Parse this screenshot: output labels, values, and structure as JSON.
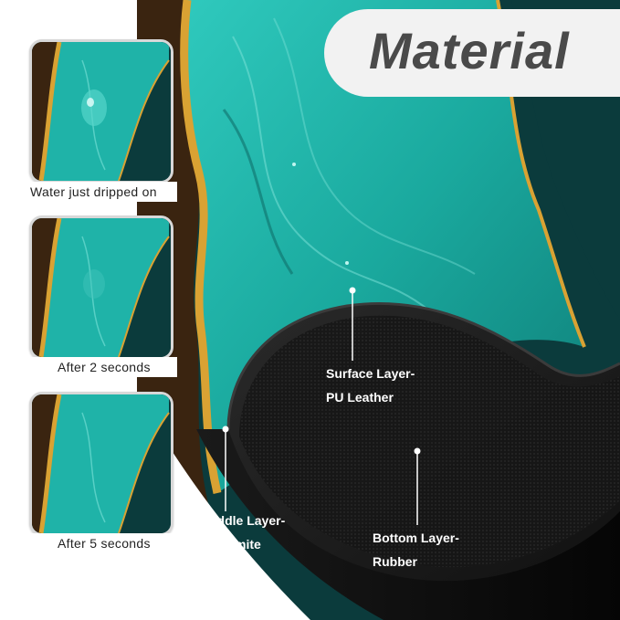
{
  "banner": {
    "title": "Material"
  },
  "thumbnails": [
    {
      "caption": "Water just dripped on"
    },
    {
      "caption": "After 2 seconds"
    },
    {
      "caption": "After 5 seconds"
    }
  ],
  "layers": {
    "surface": {
      "line1": "Surface Layer-",
      "line2": "PU Leather"
    },
    "middle": {
      "line1": "Middle Layer-",
      "line2": "Diatomite"
    },
    "bottom": {
      "line1": "Bottom Layer-",
      "line2": "Rubber"
    }
  },
  "colors": {
    "teal": "#1fb3a8",
    "deep_teal": "#0b3b3c",
    "gold": "#d9a233",
    "brown": "#3a2410",
    "rubber_black": "#1c1c1c",
    "banner_gray": "#f2f2f2",
    "banner_text": "#4a4a4a"
  }
}
